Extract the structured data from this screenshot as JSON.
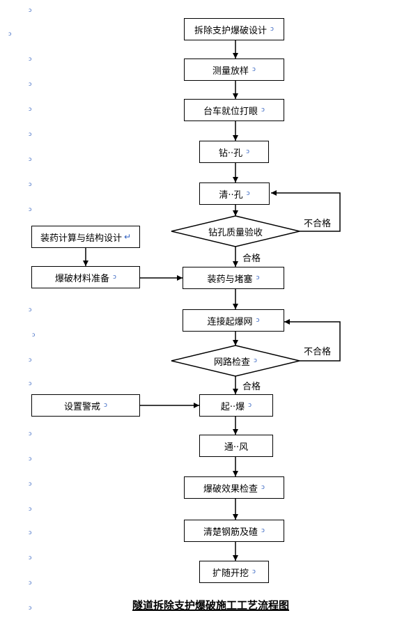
{
  "steps": {
    "s1": "拆除支护爆破设计",
    "s2": "测量放样",
    "s3": "台车就位打眼",
    "s4": "钻··孔",
    "s5": "清··孔",
    "d1": "钻孔质量验收",
    "s6": "装药与堵塞",
    "s7": "连接起爆网",
    "d2": "网路检查",
    "s8": "起··爆",
    "s9": "通··风",
    "s10": "爆破效果检查",
    "s11": "清楚钢筋及碴",
    "s12": "扩随开挖"
  },
  "side": {
    "a1": "装药计算与结构设计",
    "a2": "爆破材料准备",
    "a3": "设置警戒"
  },
  "labels": {
    "pass1": "合格",
    "fail1": "不合格",
    "pass2": "合格",
    "fail2": "不合格"
  },
  "title": "隧道拆除支护爆破施工工艺流程图",
  "para_mark": "↲",
  "para_mark_return": "↵"
}
